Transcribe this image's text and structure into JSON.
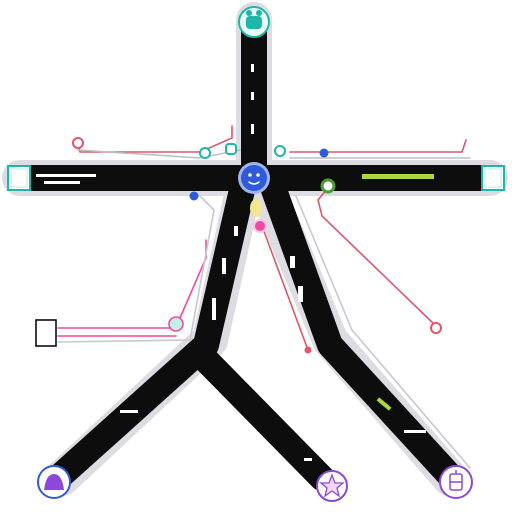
{
  "colors": {
    "road": "#0d0d0d",
    "shadow": "#d7d7dc",
    "teal": "#1fb5a8",
    "blue": "#2f5bd8",
    "red": "#e0566b",
    "pink": "#ef4aa0",
    "purple": "#8a49d8",
    "green": "#4b9e33",
    "lime": "#a9d93a",
    "yellow": "#f2e78e",
    "white": "#ffffff"
  },
  "roads": [
    {
      "name": "road-vertical-top",
      "icon": "road-segment"
    },
    {
      "name": "road-horizontal",
      "icon": "road-segment"
    },
    {
      "name": "road-left-branch",
      "icon": "road-segment"
    },
    {
      "name": "road-right-branch",
      "icon": "road-segment"
    }
  ],
  "endpoints": [
    {
      "name": "top-endpoint",
      "icon": "teal-creature-icon"
    },
    {
      "name": "left-endpoint",
      "icon": "teal-box-icon"
    },
    {
      "name": "right-endpoint",
      "icon": "teal-box-icon"
    },
    {
      "name": "center-hub",
      "icon": "blue-face-icon"
    },
    {
      "name": "bottom-left-endpoint",
      "icon": "purple-blob-icon"
    },
    {
      "name": "bottom-middle-endpoint",
      "icon": "purple-star-icon"
    },
    {
      "name": "bottom-right-endpoint",
      "icon": "purple-tower-icon"
    },
    {
      "name": "white-square-marker",
      "icon": "square-outline-icon"
    }
  ],
  "links": [
    {
      "name": "link-top-left-red",
      "color": "red"
    },
    {
      "name": "link-top-right-red",
      "color": "red"
    },
    {
      "name": "link-right-curve-red",
      "color": "red"
    },
    {
      "name": "link-center-red",
      "color": "red"
    },
    {
      "name": "link-left-pink",
      "color": "pink"
    }
  ]
}
